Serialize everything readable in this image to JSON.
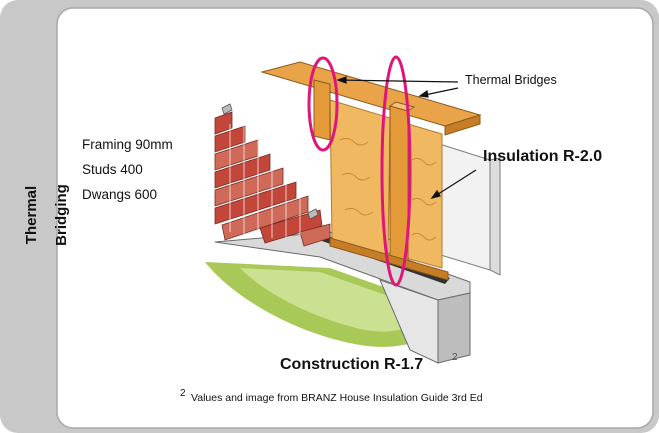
{
  "sidebar": {
    "title": "Thermal Bridging"
  },
  "specs": {
    "framing": "Framing 90mm",
    "studs": "Studs 400",
    "dwangs": "Dwangs 600"
  },
  "labels": {
    "thermal_bridges": "Thermal Bridges",
    "insulation": "Insulation R-2.0",
    "construction": "Construction R-1.7",
    "construction_sup": "2"
  },
  "footnote": {
    "number": "2",
    "text": "Values and image from BRANZ House Insulation Guide 3rd Ed"
  },
  "colors": {
    "sidebar": "#c8c8c8",
    "frame_border": "#a8a8a8",
    "highlight_ellipse": "#e0157a",
    "timber": "#e59a3a",
    "insulation": "#f0b860",
    "brick": "#c2473a",
    "grass": "#9cc24a"
  }
}
